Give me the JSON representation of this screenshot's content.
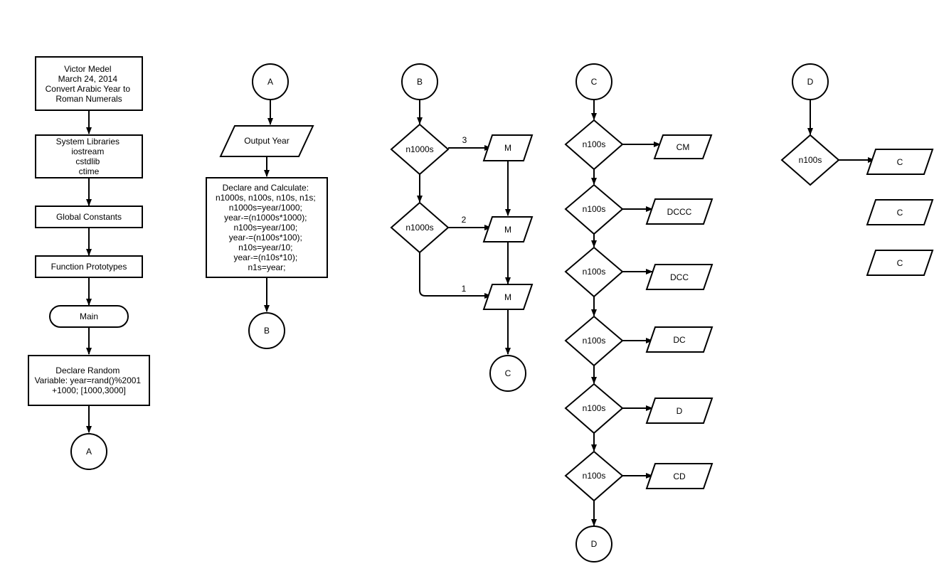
{
  "col1": {
    "header": [
      "Victor Medel",
      "March 24, 2014",
      "Convert Arabic Year to",
      "Roman Numerals"
    ],
    "libraries": [
      "System Libraries",
      "iostream",
      "cstdlib",
      "ctime"
    ],
    "constants": "Global Constants",
    "prototypes": "Function Prototypes",
    "main": "Main",
    "declare_random": [
      "Declare Random",
      "Variable: year=rand()%2001",
      "+1000; [1000,3000]"
    ],
    "connector": "A"
  },
  "col2": {
    "connector_in": "A",
    "output": "Output Year",
    "calc": [
      "Declare and Calculate:",
      "n1000s, n100s, n10s, n1s;",
      "n1000s=year/1000;",
      "year-=(n1000s*1000);",
      "n100s=year/100;",
      "year-=(n100s*100);",
      "n10s=year/10;",
      "year-=(n10s*10);",
      "n1s=year;"
    ],
    "connector_out": "B"
  },
  "col3": {
    "connector_in": "B",
    "decision1": "n1000s",
    "decision2": "n1000s",
    "label_3": "3",
    "label_2": "2",
    "label_1": "1",
    "out1": "M",
    "out2": "M",
    "out3": "M",
    "connector_out": "C"
  },
  "col4": {
    "connector_in": "C",
    "decisions": [
      "n100s",
      "n100s",
      "n100s",
      "n100s",
      "n100s",
      "n100s"
    ],
    "outputs": [
      "CM",
      "DCCC",
      "DCC",
      "DC",
      "D",
      "CD"
    ],
    "connector_out": "D"
  },
  "col5": {
    "connector_in": "D",
    "decision": "n100s",
    "outputs": [
      "C",
      "C",
      "C"
    ]
  }
}
